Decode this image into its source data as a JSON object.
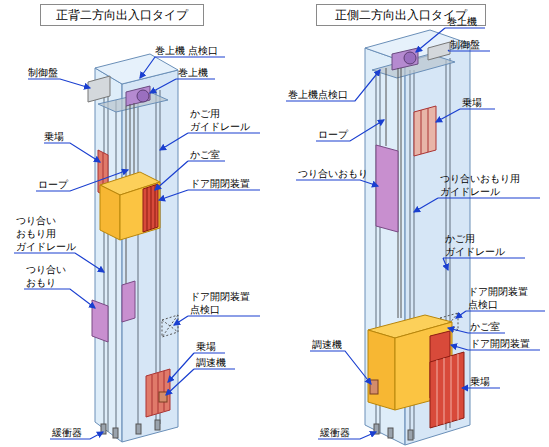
{
  "diagram": {
    "nodes": [
      {
        "text": [
          "正背二方向出入口タイプ"
        ]
      },
      {
        "text": [
          "正側二方向出入口タイプ"
        ]
      }
    ],
    "labels": [
      "制御盤",
      "巻上機 点検口",
      "巻上機",
      "乗場",
      "かご用 ガイドレール",
      "かご室",
      "ロープ",
      "ドア開閉装置",
      "つり合い おもり用 ガイドレール",
      "つり合い おもり",
      "ドア開閉装置 点検口",
      "乗場",
      "調速機",
      "緩衝器",
      "巻上機",
      "巻上機点検口",
      "制御盤",
      "乗場",
      "ロープ",
      "つり合いおもり",
      "つり合いおもり用 ガイドレール",
      "かご用 ガイドレール",
      "ドア開閉装置 点検口",
      "かご室",
      "調速機",
      "ドア開閉装置",
      "乗場",
      "緩衝器"
    ]
  }
}
